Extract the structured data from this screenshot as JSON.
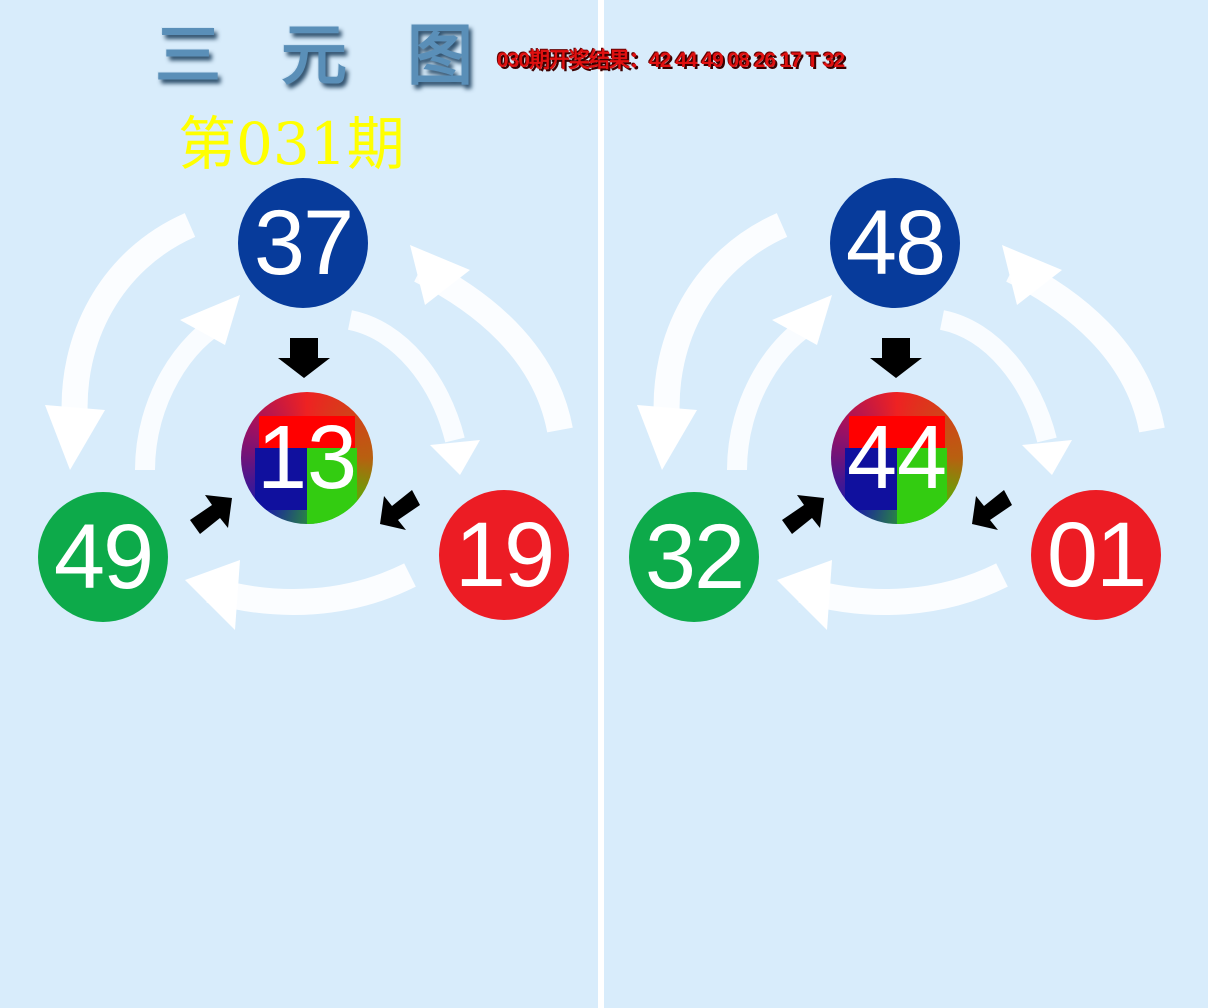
{
  "header": {
    "title": "三 元 图",
    "issue": "第031期",
    "previous_result": "030期开奖结果：42 44 49 08 26 17 T 32"
  },
  "panels": [
    {
      "top": "37",
      "center": "13",
      "left": "49",
      "right": "19"
    },
    {
      "top": "48",
      "center": "44",
      "left": "32",
      "right": "01"
    }
  ],
  "colors": {
    "blue": "#073b9b",
    "green": "#0daa4a",
    "red": "#ec1c24",
    "background": "#d8ecfb"
  }
}
